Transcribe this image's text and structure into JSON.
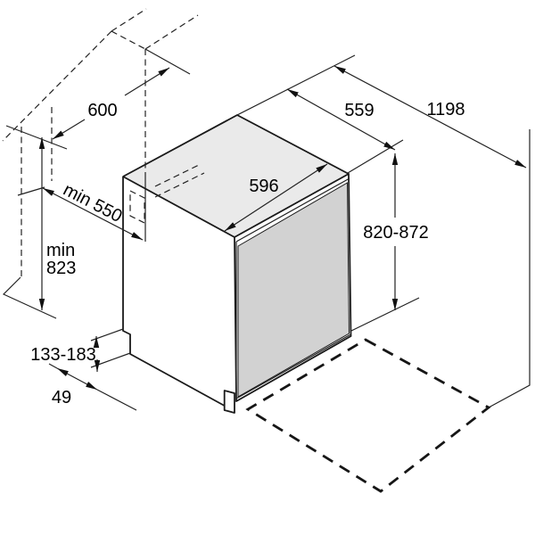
{
  "labels": {
    "niche_width": "600",
    "appliance_depth": "559",
    "depth_door_open": "1198",
    "appliance_width": "596",
    "niche_height": "820-872",
    "min_worktop_depth": "min 550",
    "min_height_line1": "min",
    "min_height_line2": "823",
    "plinth_height": "133-183",
    "plinth_depth": "49"
  },
  "colors": {
    "top_face": "#eaeaea",
    "door_face": "#d2d2d2",
    "line": "#222222"
  }
}
